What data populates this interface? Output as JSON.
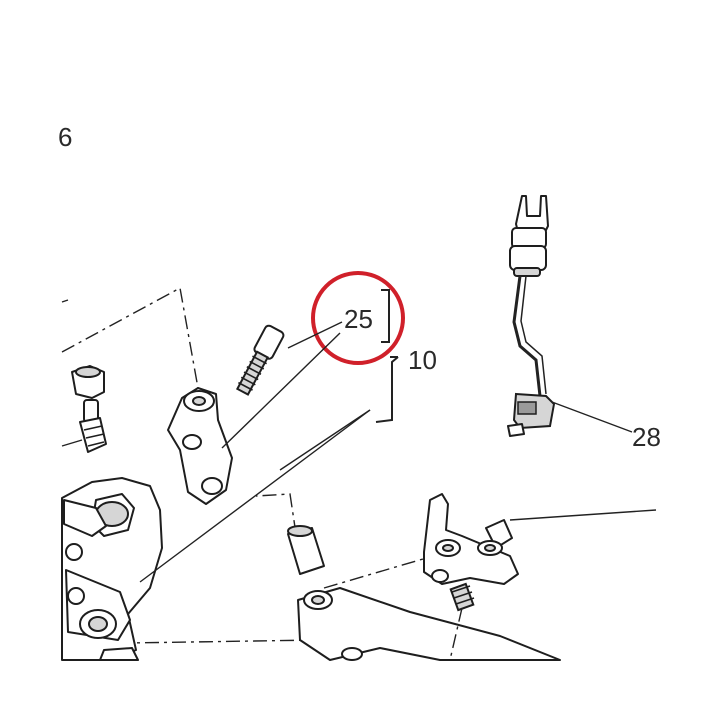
{
  "callouts": {
    "partial_left": "6",
    "bolt": "25",
    "bracket_group": "10",
    "sensor": "28"
  },
  "highlight": {
    "color": "#d0202a",
    "target": "25"
  },
  "colors": {
    "line": "#1e1e1e",
    "background": "#ffffff"
  }
}
